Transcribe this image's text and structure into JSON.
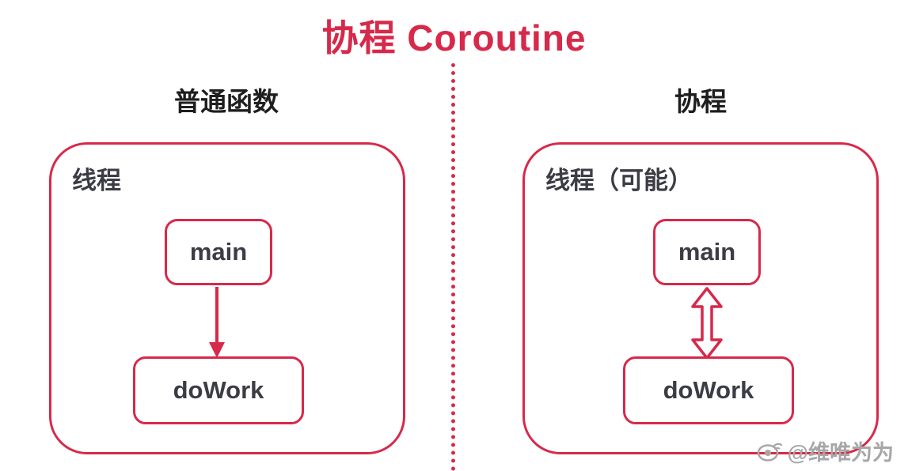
{
  "title": "协程 Coroutine",
  "left": {
    "heading": "普通函数",
    "container_label": "线程",
    "main_label": "main",
    "dowork_label": "doWork",
    "arrow": "single-down-arrow"
  },
  "right": {
    "heading": "协程",
    "container_label": "线程（可能）",
    "main_label": "main",
    "dowork_label": "doWork",
    "arrow": "double-vertical-arrow"
  },
  "watermark": {
    "handle": "@维唯为为",
    "icon": "weibo-eye-icon"
  },
  "colors": {
    "accent": "#d7294a",
    "text_dark": "#3c3c46",
    "heading_text": "#1e1e1e",
    "watermark_gray": "#a7a7a7",
    "background": "#ffffff"
  }
}
